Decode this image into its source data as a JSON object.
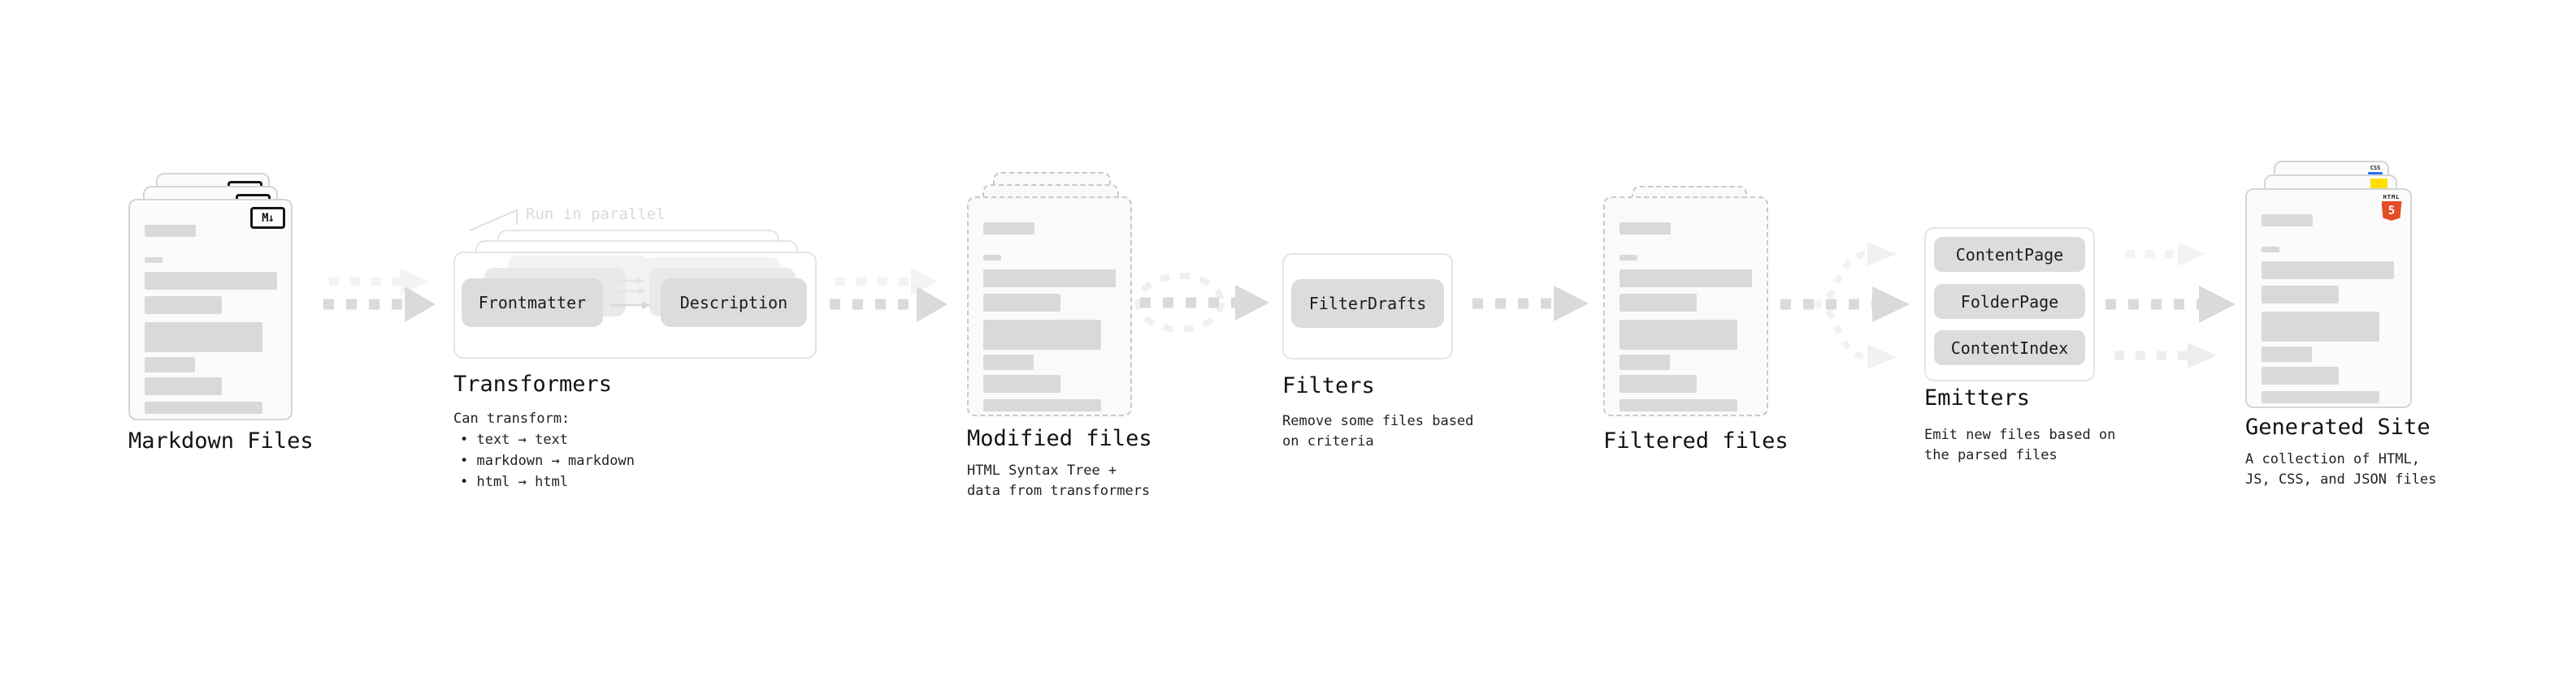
{
  "diagram": {
    "markdown": {
      "title": "Markdown Files",
      "badge": "M↓"
    },
    "transformers": {
      "title": "Transformers",
      "note": "Run in parallel",
      "plugins": [
        "Frontmatter",
        "Description"
      ],
      "desc_heading": "Can transform:",
      "bullets": [
        "• text → text",
        "• markdown → markdown",
        "• html → html"
      ]
    },
    "modified": {
      "title": "Modified files",
      "subtitle": "HTML Syntax Tree +\ndata from transformers"
    },
    "filters": {
      "title": "Filters",
      "plugins": [
        "FilterDrafts"
      ],
      "subtitle": "Remove some files based\non criteria"
    },
    "filtered": {
      "title": "Filtered files"
    },
    "emitters": {
      "title": "Emitters",
      "plugins": [
        "ContentPage",
        "FolderPage",
        "ContentIndex"
      ],
      "subtitle": "Emit new files based on\nthe parsed files"
    },
    "generated": {
      "title": "Generated Site",
      "subtitle": "A collection of HTML,\nJS, CSS, and JSON files",
      "badges": {
        "html_label": "HTML",
        "html_number": "5",
        "css_label": "CSS"
      }
    },
    "colors": {
      "html5_orange": "#e44d26",
      "js_yellow": "#ffdf00",
      "css_blue": "#2d6ff2",
      "arrow_gray": "#dadada",
      "arrow_light": "#f3f3f3",
      "bar_gray": "#d9d9d9"
    }
  }
}
